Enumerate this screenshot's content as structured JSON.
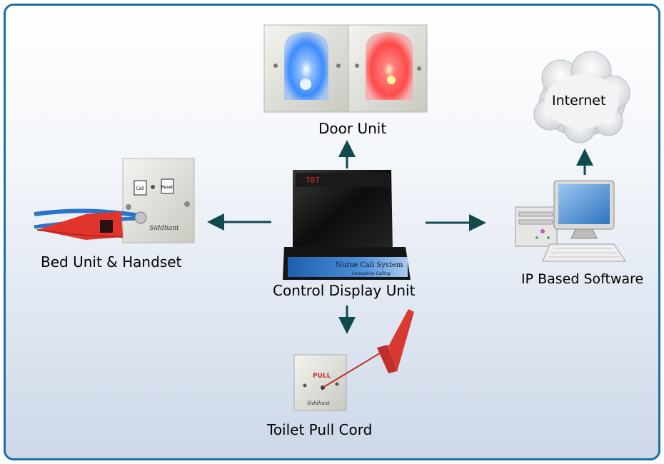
{
  "diagram": {
    "nodes": {
      "door_unit": "Door Unit",
      "internet": "Internet",
      "bed_unit": "Bed Unit & Handset",
      "control_display_unit": "Control Display Unit",
      "ip_software": "IP Based Software",
      "toilet_pull_cord": "Toilet Pull Cord"
    },
    "device_text": {
      "display_number": "707",
      "nurse_call_system": "Nurse Call System",
      "tagline": "Innovative Calling",
      "call_button": "Call",
      "reset_button": "Reset",
      "brand": "Siddhant",
      "pull_label": "PULL"
    },
    "edges": [
      {
        "from": "Control Display Unit",
        "to": "Door Unit"
      },
      {
        "from": "Control Display Unit",
        "to": "Bed Unit & Handset"
      },
      {
        "from": "Control Display Unit",
        "to": "IP Based Software"
      },
      {
        "from": "Control Display Unit",
        "to": "Toilet Pull Cord"
      },
      {
        "from": "IP Based Software",
        "to": "Internet"
      }
    ],
    "colors": {
      "frame_border": "#1c6fa6",
      "arrow": "#0f4a4d",
      "door_light_blue": "#3d8cff",
      "door_light_red": "#ff4a4a",
      "handset_red": "#e0342c",
      "cable_blue": "#2b73c9"
    }
  }
}
